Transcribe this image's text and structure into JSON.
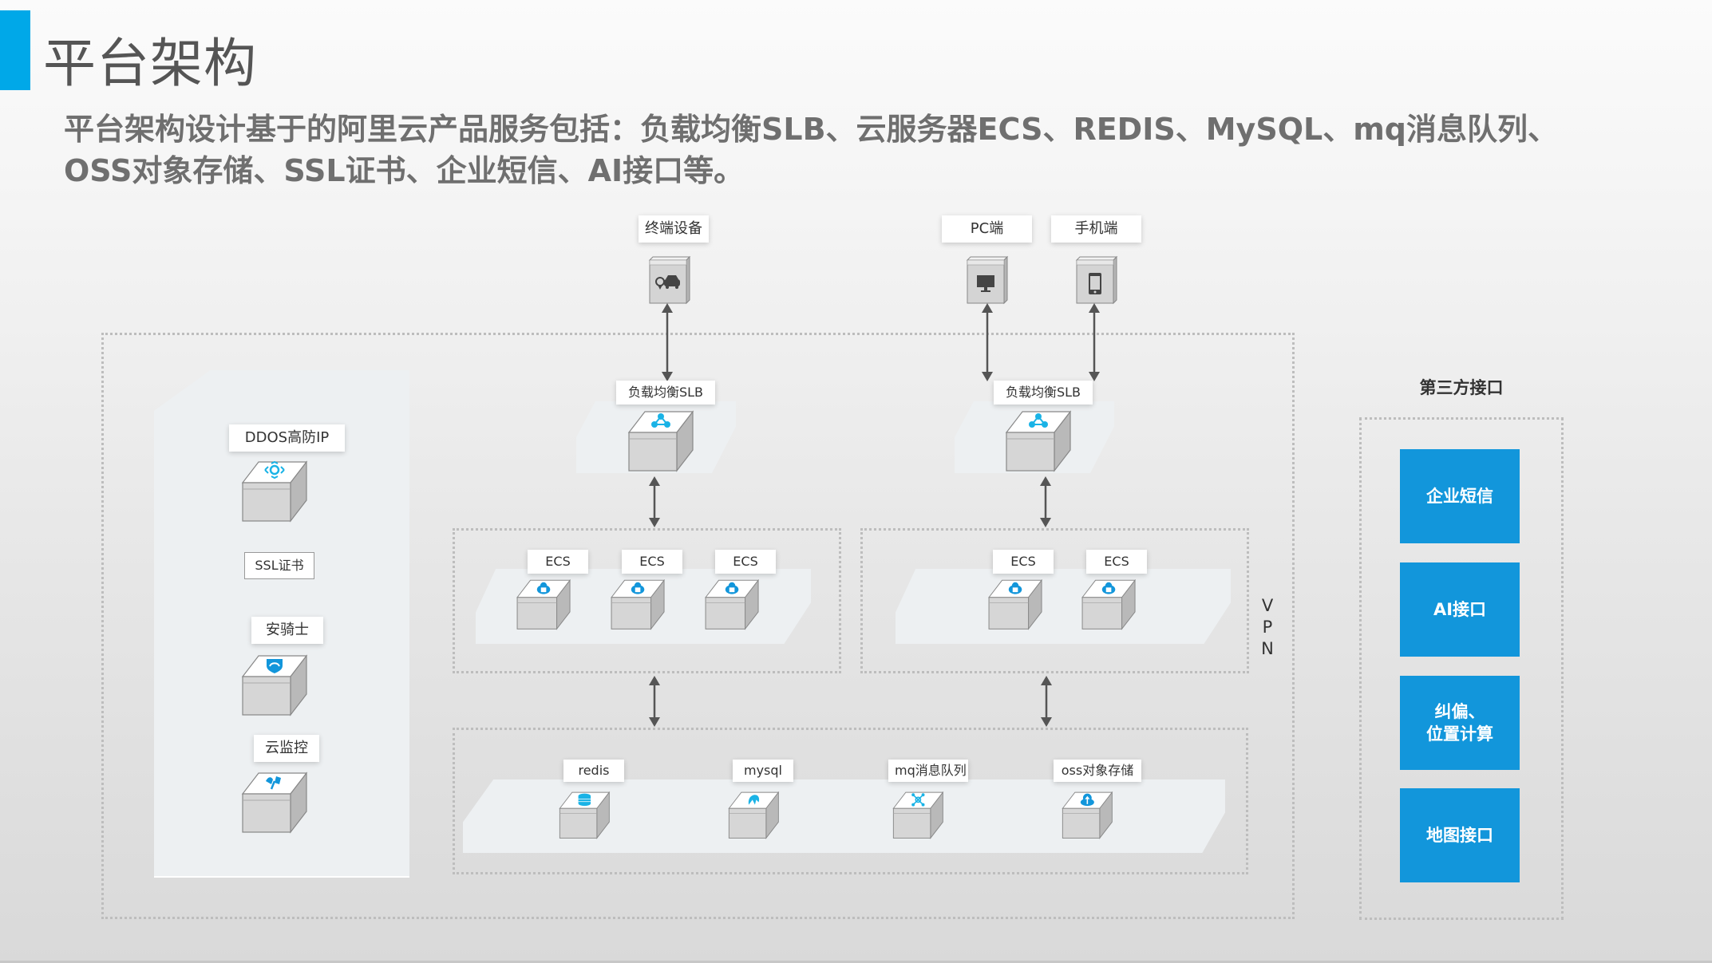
{
  "header": {
    "title": "平台架构",
    "accent_color": "#00a8e8",
    "subtitle_line1": "平台架构设计基于的阿里云产品服务包括：负载均衡SLB、云服务器ECS、REDIS、MySQL、mq消息队列、",
    "subtitle_line2": "OSS对象存储、SSL证书、企业短信、AI接口等。"
  },
  "clients": {
    "terminal": {
      "label": "终端设备",
      "icon": "car-location-icon"
    },
    "pc": {
      "label": "PC端",
      "icon": "monitor-icon"
    },
    "mobile": {
      "label": "手机端",
      "icon": "smartphone-icon"
    }
  },
  "security": {
    "ddos": {
      "label": "DDOS高防IP",
      "icon": "ddos-shield-gear-icon"
    },
    "ssl": {
      "label": "SSL证书"
    },
    "aegis": {
      "label": "安骑士",
      "icon": "shield-icon"
    },
    "monitor": {
      "label": "云监控",
      "icon": "cloud-monitor-icon"
    }
  },
  "slb": [
    {
      "label": "负载均衡SLB",
      "icon": "load-balancer-icon"
    },
    {
      "label": "负载均衡SLB",
      "icon": "load-balancer-icon"
    }
  ],
  "ecs_left": [
    {
      "label": "ECS",
      "icon": "cloud-server-icon"
    },
    {
      "label": "ECS",
      "icon": "cloud-server-icon"
    },
    {
      "label": "ECS",
      "icon": "cloud-server-icon"
    }
  ],
  "ecs_right": [
    {
      "label": "ECS",
      "icon": "cloud-server-icon"
    },
    {
      "label": "ECS",
      "icon": "cloud-server-icon"
    }
  ],
  "data_layer": [
    {
      "label": "redis",
      "icon": "redis-database-icon"
    },
    {
      "label": "mysql",
      "icon": "mysql-dolphin-icon"
    },
    {
      "label": "mq消息队列",
      "icon": "message-queue-icon"
    },
    {
      "label": "oss对象存储",
      "icon": "cloud-storage-icon"
    }
  ],
  "vpn": {
    "letters": [
      "V",
      "P",
      "N"
    ]
  },
  "third_party": {
    "title": "第三方接口",
    "color": "#1296db",
    "items": [
      {
        "label": "企业短信"
      },
      {
        "label": "AI接口"
      },
      {
        "label": "纠偏、\n位置计算"
      },
      {
        "label": "地图接口"
      }
    ]
  }
}
